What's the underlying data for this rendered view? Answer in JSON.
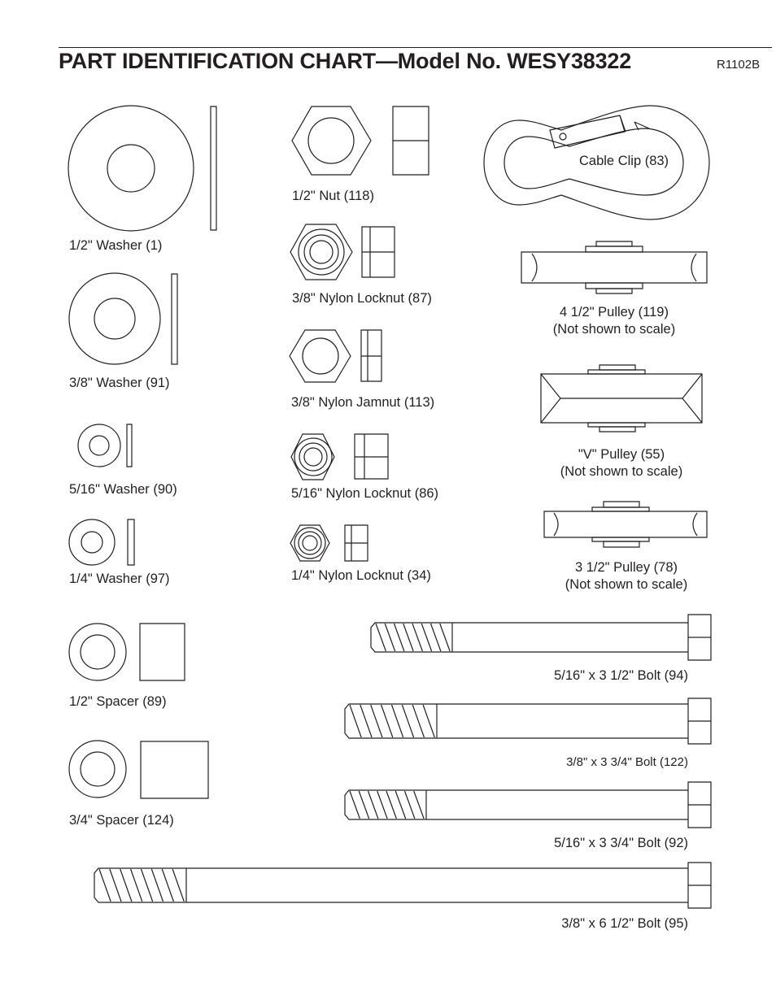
{
  "header": {
    "title": "PART IDENTIFICATION CHART—Model No. WESY38322",
    "code": "R1102B"
  },
  "parts": {
    "washer_half": "1/2\" Washer (1)",
    "washer_3_8": "3/8\" Washer (91)",
    "washer_5_16": "5/16\" Washer (90)",
    "washer_1_4": "1/4\" Washer (97)",
    "spacer_half": "1/2\" Spacer (89)",
    "spacer_3_4": "3/4\" Spacer (124)",
    "nut_half": "1/2\" Nut (118)",
    "locknut_3_8": "3/8\" Nylon Locknut (87)",
    "jamnut_3_8": "3/8\" Nylon Jamnut (113)",
    "locknut_5_16": "5/16\" Nylon Locknut (86)",
    "locknut_1_4": "1/4\" Nylon Locknut (34)",
    "cable_clip": "Cable Clip (83)",
    "pulley_4_5": "4 1/2\" Pulley (119)",
    "pulley_4_5_note": "(Not shown to scale)",
    "pulley_v": "\"V\" Pulley (55)",
    "pulley_v_note": "(Not shown to scale)",
    "pulley_3_5": "3 1/2\" Pulley (78)",
    "pulley_3_5_note": "(Not shown to scale)",
    "bolt_5_16_x_3_5": "5/16\" x 3 1/2\" Bolt (94)",
    "bolt_3_8_x_3_75": "3/8\" x 3 3/4\" Bolt (122)",
    "bolt_5_16_x_3_75": "5/16\" x 3 3/4\" Bolt (92)",
    "bolt_3_8_x_6_5": "3/8\" x 6 1/2\" Bolt (95)"
  }
}
